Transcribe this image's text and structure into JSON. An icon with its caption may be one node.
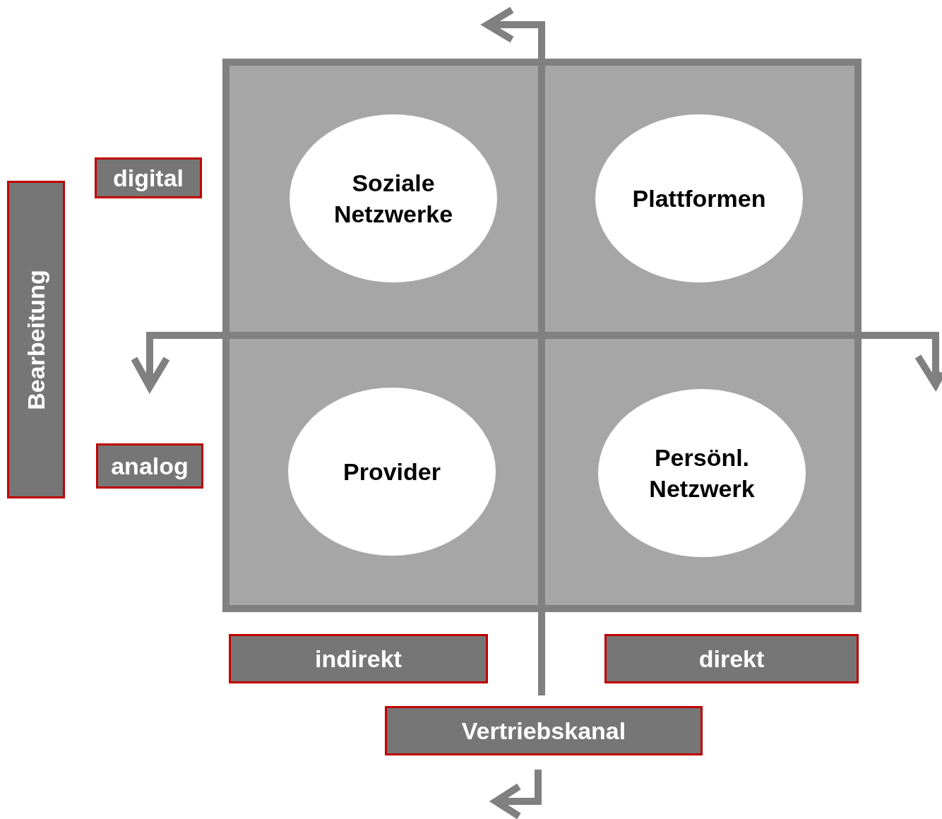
{
  "diagram": {
    "nodes": [
      {
        "text": [
          "digital"
        ]
      },
      {
        "text": [
          "Soziale Netzwerke"
        ]
      },
      {
        "text": [
          "Plattformen"
        ]
      },
      {
        "text": [
          "Bearbeitung"
        ]
      },
      {
        "text": [
          "analog"
        ]
      },
      {
        "text": [
          "Provider"
        ]
      },
      {
        "text": [
          "Persönl. Netzwerk"
        ]
      },
      {
        "text": [
          "indirekt"
        ]
      },
      {
        "text": [
          "direkt"
        ]
      },
      {
        "text": [
          "Vertriebskanal"
        ]
      }
    ],
    "edges": []
  }
}
